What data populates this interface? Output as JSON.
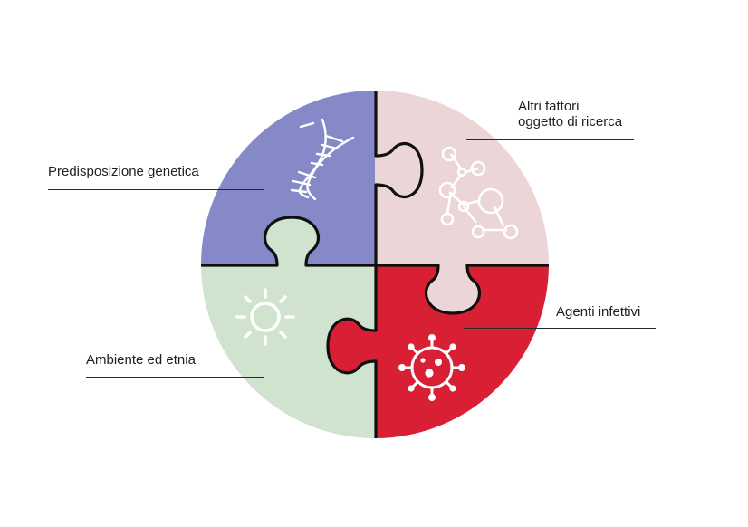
{
  "diagram": {
    "colors": {
      "genetic_piece": "#8589c8",
      "research_piece": "#ebd5d6",
      "infective_piece": "#d81f33",
      "environment_piece": "#cfe3cf",
      "outline": "#0f0f0f",
      "icon_stroke": "#ffffff"
    },
    "pieces": [
      {
        "id": "genetica",
        "label": "Predisposizione genetica",
        "icon": "dna-icon"
      },
      {
        "id": "altri",
        "label": "Altri fattori\noggetto di ricerca",
        "icon": "molecule-icon"
      },
      {
        "id": "infettivi",
        "label": "Agenti infettivi",
        "icon": "virus-icon"
      },
      {
        "id": "ambiente",
        "label": "Ambiente ed etnia",
        "icon": "sun-icon"
      }
    ]
  }
}
